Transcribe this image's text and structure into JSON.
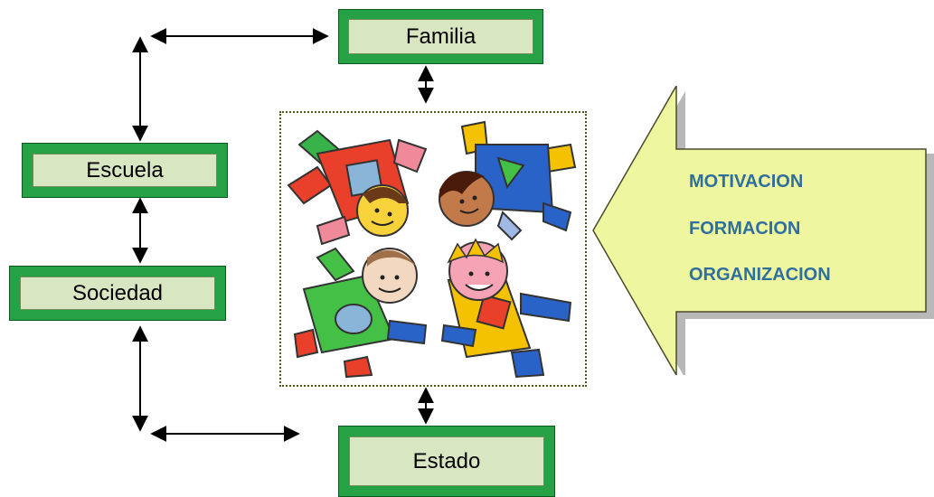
{
  "nodes": {
    "family": "Familia",
    "school": "Escuela",
    "society": "Sociedad",
    "state": "Estado"
  },
  "arrow_words": [
    "MOTIVACION",
    "FORMACION",
    "ORGANIZACION"
  ],
  "colors": {
    "box_border": "#27a145",
    "box_fill": "#d9e6c2",
    "arrow_fill": "#eef7a0",
    "arrow_text": "#2f6f9f"
  },
  "image": "children-holding-hands-illustration"
}
